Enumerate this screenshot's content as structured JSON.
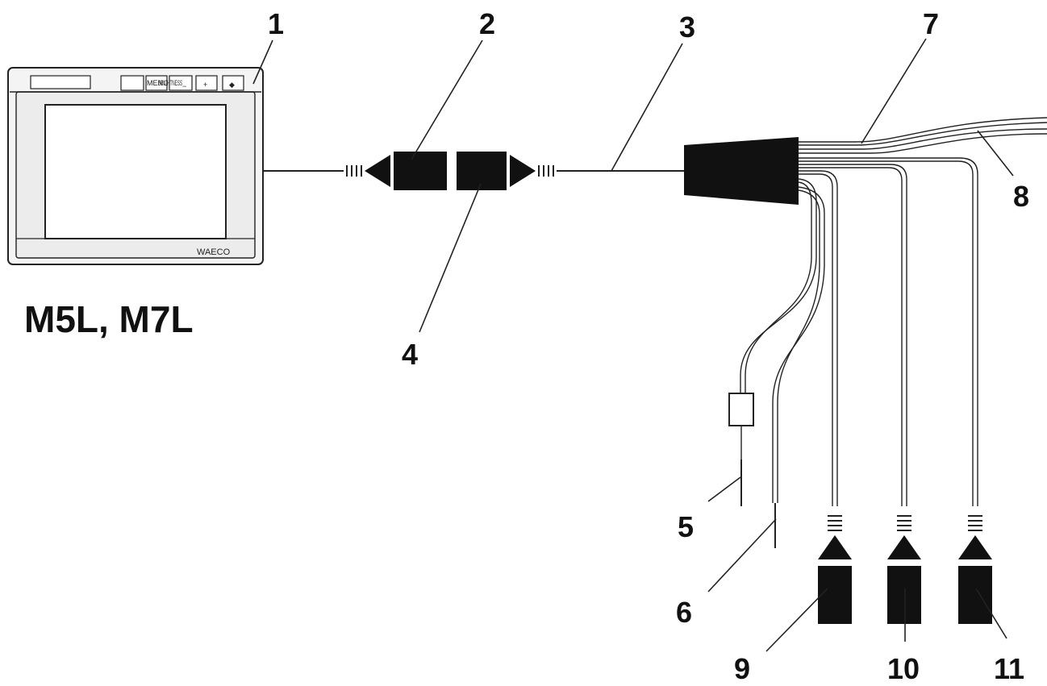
{
  "monitor": {
    "model_label": "M5L, M7L",
    "brand": "WAECO",
    "buttons": [
      "",
      "MENU",
      "BRIGHTNESS",
      "−",
      "+",
      "◆"
    ]
  },
  "callouts": {
    "c1": "1",
    "c2": "2",
    "c3": "3",
    "c4": "4",
    "c5": "5",
    "c6": "6",
    "c7": "7",
    "c8": "8",
    "c9": "9",
    "c10": "10",
    "c11": "11"
  }
}
